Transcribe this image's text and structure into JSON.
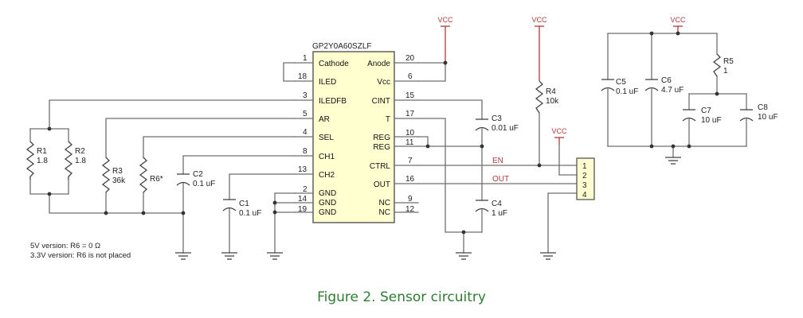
{
  "figure": {
    "caption": "Figure 2. Sensor circuitry"
  },
  "colors": {
    "wire": "#6f6f6f",
    "power": "#b03a3a",
    "ic_fill": "#ffffd0",
    "connector_fill": "#ffffd0",
    "caption": "#2e7d32"
  },
  "ic": {
    "name": "GP2Y0A60SZLF",
    "left_pins": [
      {
        "num": "1",
        "name": "Cathode"
      },
      {
        "num": "18",
        "name": "ILED"
      },
      {
        "num": "3",
        "name": "ILEDFB"
      },
      {
        "num": "5",
        "name": "AR"
      },
      {
        "num": "4",
        "name": "SEL"
      },
      {
        "num": "8",
        "name": "CH1"
      },
      {
        "num": "13",
        "name": "CH2"
      },
      {
        "num": "2",
        "name": "GND"
      },
      {
        "num": "14",
        "name": "GND"
      },
      {
        "num": "19",
        "name": "GND"
      }
    ],
    "right_pins": [
      {
        "num": "20",
        "name": "Anode"
      },
      {
        "num": "6",
        "name": "Vcc"
      },
      {
        "num": "15",
        "name": "CINT"
      },
      {
        "num": "17",
        "name": "T"
      },
      {
        "num": "10",
        "name": "REG"
      },
      {
        "num": "11",
        "name": "REG"
      },
      {
        "num": "7",
        "name": "CTRL"
      },
      {
        "num": "16",
        "name": "OUT"
      },
      {
        "num": "9",
        "name": "NC"
      },
      {
        "num": "12",
        "name": "NC"
      }
    ]
  },
  "components": {
    "R1": {
      "ref": "R1",
      "value": "1.8"
    },
    "R2": {
      "ref": "R2",
      "value": "1.8"
    },
    "R3": {
      "ref": "R3",
      "value": "36k"
    },
    "R6": {
      "ref": "R6*"
    },
    "C2": {
      "ref": "C2",
      "value": "0.1 uF"
    },
    "C1": {
      "ref": "C1",
      "value": "0.1 uF"
    },
    "C3": {
      "ref": "C3",
      "value": "0.01 uF"
    },
    "C4": {
      "ref": "C4",
      "value": "1 uF"
    },
    "R4": {
      "ref": "R4",
      "value": "10k"
    },
    "C5": {
      "ref": "C5",
      "value": "0.1 uF"
    },
    "C6": {
      "ref": "C6",
      "value": "4.7 uF"
    },
    "R5": {
      "ref": "R5",
      "value": "1"
    },
    "C7": {
      "ref": "C7",
      "value": "10 uF"
    },
    "C8": {
      "ref": "C8",
      "value": "10 uF"
    }
  },
  "power_label": "VCC",
  "nets": {
    "en": "EN",
    "out": "OUT"
  },
  "connector": {
    "pins": [
      "1",
      "2",
      "3",
      "4"
    ]
  },
  "notes": [
    "5V version: R6 = 0 Ω",
    "3.3V version: R6 is not placed"
  ]
}
